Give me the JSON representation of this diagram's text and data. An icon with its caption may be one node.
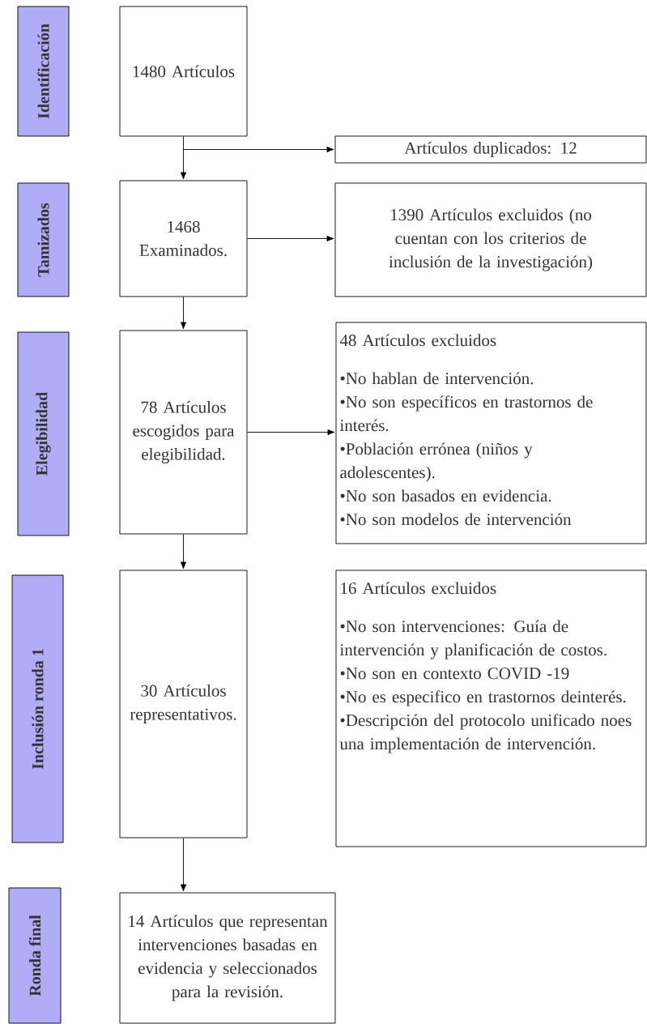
{
  "diagram": {
    "nodes": [
      {
        "text": [
          "Identificación"
        ]
      },
      {
        "text": [
          "1480 Artículos"
        ]
      },
      {
        "text": [
          "Artículos duplicados: 12"
        ]
      },
      {
        "text": [
          "Tamizados"
        ]
      },
      {
        "text": [
          "1468 Examinados."
        ]
      },
      {
        "text": [
          "1390 Artículos excluidos (no cuentan con los criterios de inclusión de la investigación)"
        ]
      },
      {
        "text": [
          "Elegibilidad"
        ]
      },
      {
        "text": [
          "78 Artículos escogidos para elegibilidad."
        ]
      },
      {
        "text": [
          "48 Artículos excluidos",
          "•No hablan de intervención.",
          "•No son específicos en trastornos de interés.",
          "•Población errónea (niños y adolescentes).",
          "•No son basados en evidencia.",
          "•No son modelos de intervención"
        ]
      },
      {
        "text": [
          "Inclusión ronda 1"
        ]
      },
      {
        "text": [
          "30 Artículos representativos."
        ]
      },
      {
        "text": [
          "16 Artículos excluidos",
          "•No son intervenciones: Guía de intervención y planificación de costos.",
          "•No son en contexto COVID -19",
          "•No es especifico en trastornos deinterés.",
          "•Descripción del protocolo unificado noes una implementación de intervención."
        ]
      },
      {
        "text": [
          "Ronda final"
        ]
      },
      {
        "text": [
          "14 Artículos que representan intervenciones basadas en evidencia y seleccionados para la revisión."
        ]
      }
    ],
    "edges": [
      {
        "from": 1,
        "to": 4,
        "arrow": "to"
      },
      {
        "from": 1,
        "to": 2,
        "arrow": "to"
      },
      {
        "from": 4,
        "to": 5,
        "arrow": "to"
      },
      {
        "from": 4,
        "to": 7,
        "arrow": "to"
      },
      {
        "from": 7,
        "to": 8,
        "arrow": "to"
      },
      {
        "from": 7,
        "to": 10,
        "arrow": "to"
      },
      {
        "from": 10,
        "to": 13,
        "arrow": "to"
      }
    ]
  }
}
